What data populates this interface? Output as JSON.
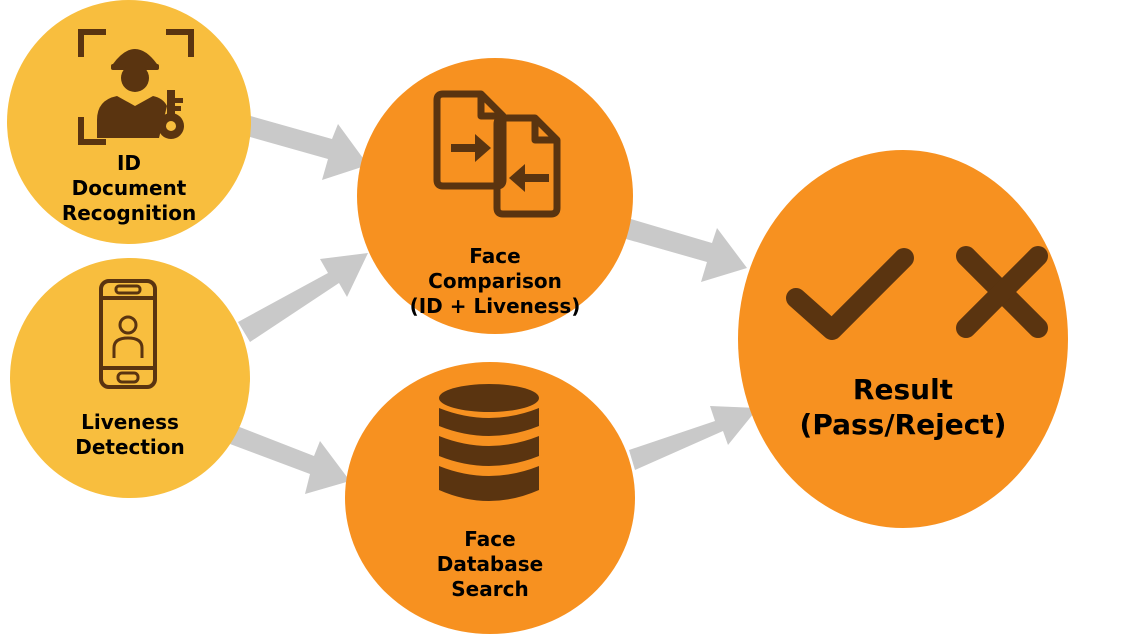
{
  "colors": {
    "input_node": "#F8BE3E",
    "process_node": "#F79120",
    "icon": "#5A3410",
    "arrow": "#C9C9C9"
  },
  "nodes": {
    "id_document": {
      "lines": [
        "ID",
        "Document",
        "Recognition"
      ],
      "icon": "id-card-person-key-icon"
    },
    "liveness": {
      "lines": [
        "Liveness",
        "Detection"
      ],
      "icon": "smartphone-face-icon"
    },
    "face_comparison": {
      "lines": [
        "Face",
        "Comparison",
        "(ID + Liveness)"
      ],
      "icon": "document-compare-icon"
    },
    "face_database": {
      "lines": [
        "Face",
        "Database",
        "Search"
      ],
      "icon": "database-icon"
    },
    "result": {
      "lines": [
        "Result",
        "(Pass/Reject)"
      ],
      "icons": [
        "checkmark-icon",
        "x-mark-icon"
      ]
    }
  },
  "edges": [
    {
      "from": "ID Document Recognition",
      "to": "Face Comparison (ID + Liveness)"
    },
    {
      "from": "Liveness Detection",
      "to": "Face Comparison (ID + Liveness)"
    },
    {
      "from": "Liveness Detection",
      "to": "Face Database Search"
    },
    {
      "from": "Face Comparison (ID + Liveness)",
      "to": "Result (Pass/Reject)"
    },
    {
      "from": "Face Database Search",
      "to": "Result (Pass/Reject)"
    }
  ]
}
